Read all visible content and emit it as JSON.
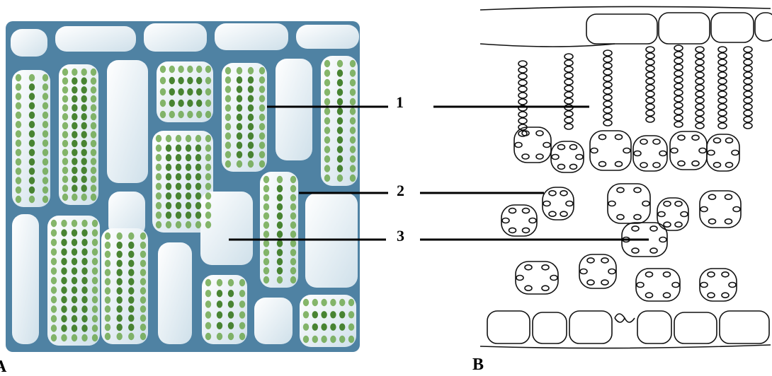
{
  "labels": {
    "l1": "1",
    "l2": "2",
    "l3": "3"
  },
  "panels": {
    "a": "A",
    "b": "B"
  },
  "colors": {
    "cell_wall": "#4f82a3",
    "cell_fill": "#eef5f9",
    "chloroplast": "#5f9f3a",
    "chloroplast_dark": "#3f7d27",
    "line_drawing": "#111111"
  }
}
